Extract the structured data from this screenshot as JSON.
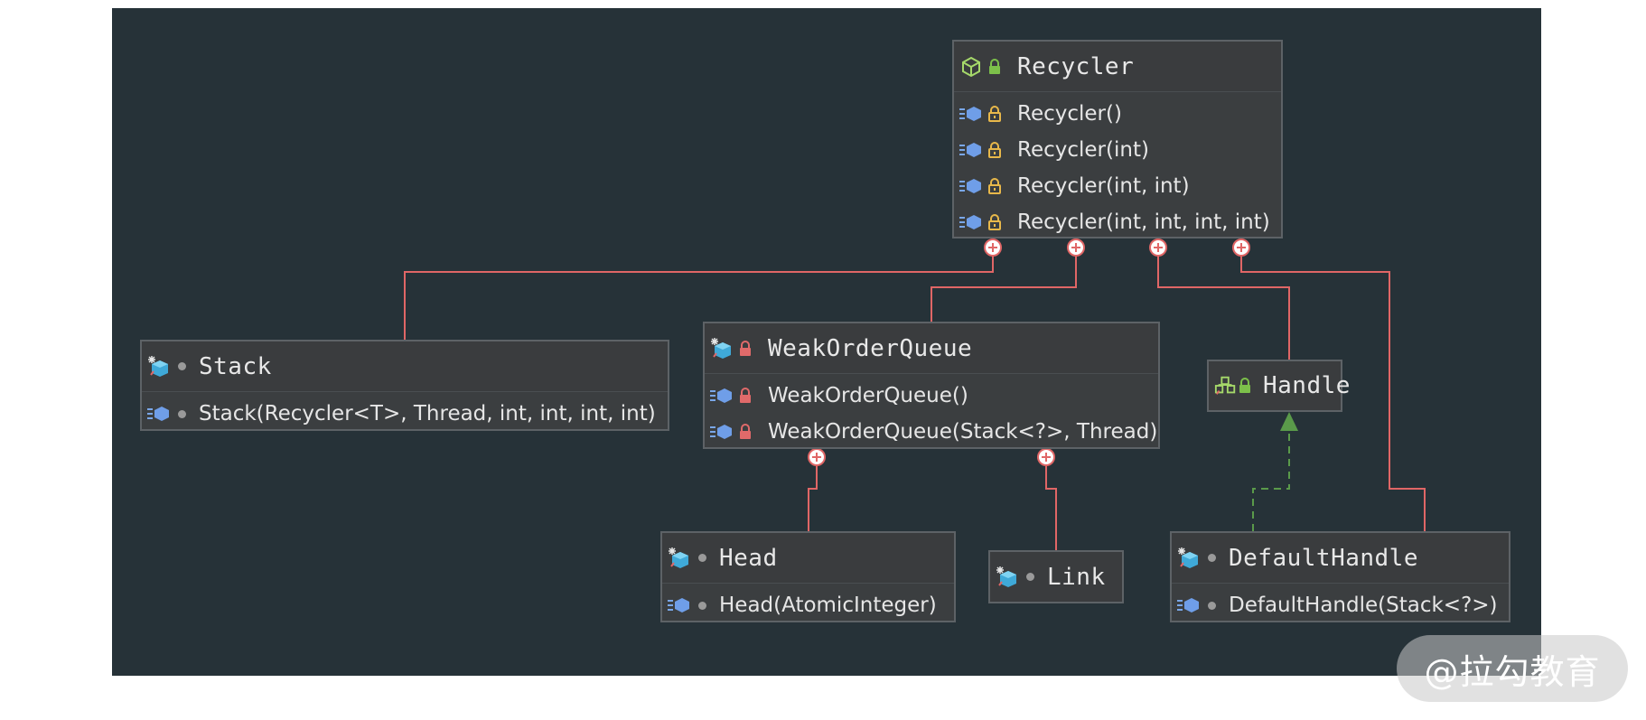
{
  "diagram": {
    "classes": [
      {
        "id": "recycler",
        "title": "Recycler",
        "icons": [
          "abstract-class-icon",
          "public-lock-icon"
        ],
        "members": [
          {
            "label": "Recycler()",
            "icons": [
              "method-icon",
              "protected-lock-icon"
            ]
          },
          {
            "label": "Recycler(int)",
            "icons": [
              "method-icon",
              "protected-lock-icon"
            ]
          },
          {
            "label": "Recycler(int, int)",
            "icons": [
              "method-icon",
              "protected-lock-icon"
            ]
          },
          {
            "label": "Recycler(int, int, int, int)",
            "icons": [
              "method-icon",
              "protected-lock-icon"
            ]
          }
        ]
      },
      {
        "id": "stack",
        "title": "Stack",
        "icons": [
          "static-class-icon",
          "package-private-dot-icon"
        ],
        "members": [
          {
            "label": "Stack(Recycler<T>, Thread, int, int, int, int)",
            "icons": [
              "method-icon",
              "package-private-dot-icon"
            ]
          }
        ]
      },
      {
        "id": "weakorderqueue",
        "title": "WeakOrderQueue",
        "icons": [
          "static-class-icon",
          "private-lock-icon"
        ],
        "members": [
          {
            "label": "WeakOrderQueue()",
            "icons": [
              "method-icon",
              "private-lock-icon"
            ]
          },
          {
            "label": "WeakOrderQueue(Stack<?>, Thread)",
            "icons": [
              "method-icon",
              "private-lock-icon"
            ]
          }
        ]
      },
      {
        "id": "handle",
        "title": "Handle",
        "icons": [
          "interface-icon",
          "public-lock-icon"
        ],
        "members": []
      },
      {
        "id": "head",
        "title": "Head",
        "icons": [
          "static-class-icon",
          "package-private-dot-icon"
        ],
        "members": [
          {
            "label": "Head(AtomicInteger)",
            "icons": [
              "method-icon",
              "package-private-dot-icon"
            ]
          }
        ]
      },
      {
        "id": "link",
        "title": "Link",
        "icons": [
          "static-class-icon",
          "package-private-dot-icon"
        ],
        "members": []
      },
      {
        "id": "defaulthandle",
        "title": "DefaultHandle",
        "icons": [
          "static-class-icon",
          "package-private-dot-icon"
        ],
        "members": [
          {
            "label": "DefaultHandle(Stack<?>)",
            "icons": [
              "method-icon",
              "package-private-dot-icon"
            ]
          }
        ]
      }
    ],
    "relations": [
      {
        "type": "inner-class",
        "from": "stack",
        "to": "recycler"
      },
      {
        "type": "inner-class",
        "from": "weakorderqueue",
        "to": "recycler"
      },
      {
        "type": "inner-class",
        "from": "handle",
        "to": "recycler"
      },
      {
        "type": "inner-class",
        "from": "defaulthandle",
        "to": "recycler"
      },
      {
        "type": "inner-class",
        "from": "head",
        "to": "weakorderqueue"
      },
      {
        "type": "inner-class",
        "from": "link",
        "to": "weakorderqueue"
      },
      {
        "type": "implements",
        "from": "defaulthandle",
        "to": "handle"
      }
    ],
    "colors": {
      "background": "#263238",
      "node_fill": "#3b3e40",
      "node_border": "#5d6266",
      "inner_class_line": "#e06666",
      "implements_line": "#5a9a4a",
      "text": "#e6e6e6"
    }
  },
  "watermark": {
    "text": "@拉勾教育"
  }
}
